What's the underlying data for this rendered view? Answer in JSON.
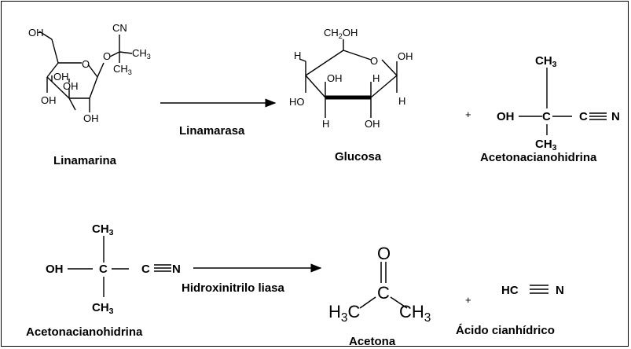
{
  "reaction1": {
    "reactant_label": "Linamarina",
    "enzyme": "Linamarasa",
    "product1_label": "Glucosa",
    "plus": "+",
    "product2_label": "Acetonacianohidrina"
  },
  "reaction2": {
    "reactant_label": "Acetonacianohidrina",
    "enzyme": "Hidroxinitrilo liasa",
    "product1_label": "Acetona",
    "plus": "+",
    "product2_label": "Ácido cianhídrico"
  },
  "atoms": {
    "linamarin": {
      "oh_top": "OH",
      "cn": "CN",
      "ch3_a": "CH",
      "ch3_b": "CH",
      "o_ring": "O",
      "o_link": "O",
      "oh_ring": "OH",
      "oh_mid": "OH",
      "oh_left": "OH",
      "oh_bottom": "OH",
      "three": "3"
    },
    "glucose": {
      "ch2oh": "CH",
      "two": "2",
      "oh_top": "OH",
      "h1": "H",
      "o_ring": "O",
      "oh_right": "OH",
      "ho_left": "HO",
      "oh_inner": "OH",
      "h_inner": "H",
      "h_right": "H",
      "h_bottom": "H",
      "oh_bottom": "OH"
    },
    "acetone_cyanohydrin": {
      "ch3": "CH",
      "three": "3",
      "oh": "OH",
      "c": "C",
      "n": "N"
    },
    "acetone": {
      "o": "O",
      "c": "C",
      "h3c_h": "H",
      "h3c_3": "3",
      "h3c_c": "C",
      "ch3_c": "CH",
      "ch3_3": "3"
    },
    "hcn": {
      "hc": "HC",
      "n": "N"
    }
  }
}
